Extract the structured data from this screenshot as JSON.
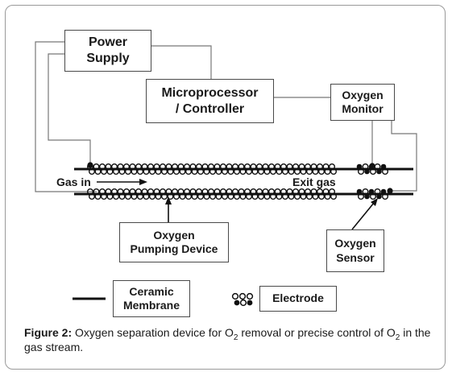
{
  "boxes": {
    "power_supply": "Power\nSupply",
    "microprocessor": "Microprocessor\n/ Controller",
    "oxygen_monitor": "Oxygen\nMonitor",
    "pumping_device": "Oxygen\nPumping Device",
    "oxygen_sensor": "Oxygen\nSensor"
  },
  "labels": {
    "gas_in": "Gas in",
    "exit_gas": "Exit gas"
  },
  "legend": {
    "membrane_label": "Ceramic\nMembrane",
    "electrode_label": "Electrode"
  },
  "caption": {
    "figure_label": "Figure 2:",
    "text_part1": " Oxygen separation device for O",
    "sub1": "2",
    "text_part2": " removal or precise control of O",
    "sub2": "2",
    "text_part3": " in the gas stream."
  }
}
